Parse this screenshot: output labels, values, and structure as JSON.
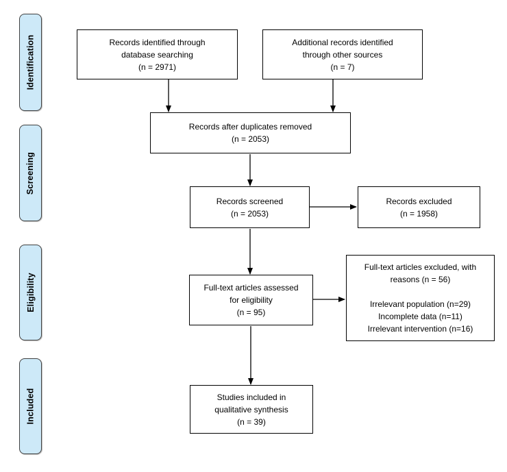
{
  "sidebar": {
    "stages": [
      {
        "label": "Identification"
      },
      {
        "label": "Screening"
      },
      {
        "label": "Eligibility"
      },
      {
        "label": "Included"
      }
    ]
  },
  "flow": {
    "identification": {
      "database_box": "Records identified through\ndatabase searching\n(n = 2971)",
      "other_sources_box": "Additional records identified\nthrough other sources\n(n = 7)"
    },
    "screening": {
      "duplicates_removed_box": "Records after duplicates removed\n(n = 2053)",
      "screened_box": "Records screened\n(n = 2053)",
      "excluded_box": "Records excluded\n(n = 1958)"
    },
    "eligibility": {
      "assessed_box": "Full-text articles assessed\nfor eligibility\n(n = 95)",
      "excluded_box": "Full-text articles excluded, with\nreasons (n = 56)\n\nIrrelevant population (n=29)\nIncomplete data (n=11)\nIrrelevant intervention (n=16)"
    },
    "included": {
      "qualitative_box": "Studies included in\nqualitative synthesis\n(n = 39)"
    }
  },
  "colors": {
    "stage_fill": "#cde9f8",
    "stage_border": "#3f3f3f",
    "box_fill": "#ffffff",
    "box_border": "#000000",
    "arrow": "#000000"
  }
}
